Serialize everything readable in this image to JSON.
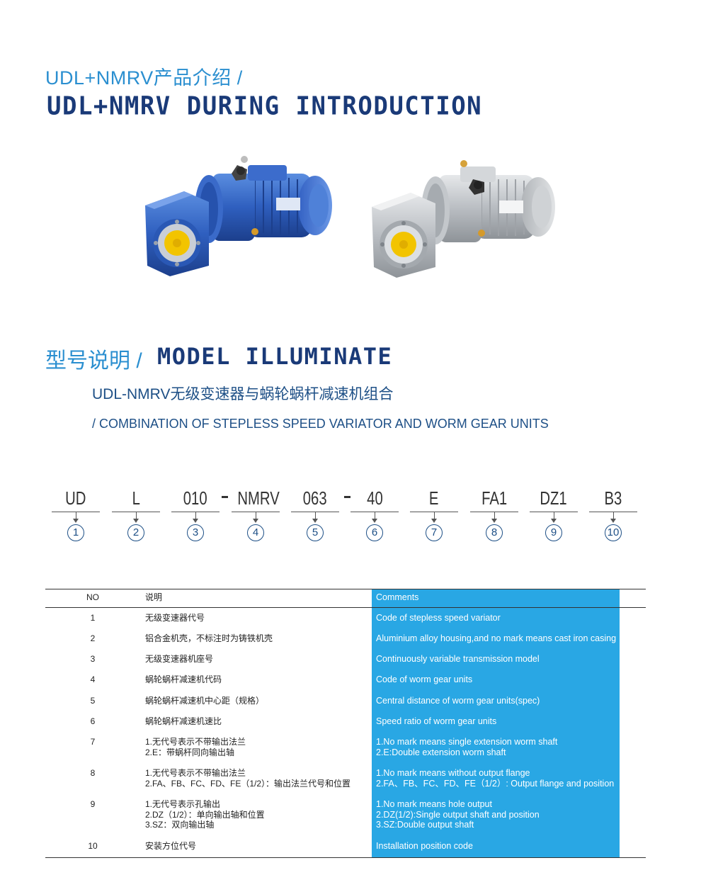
{
  "header": {
    "title_cn": "UDL+NMRV产品介绍 /",
    "title_en": "UDL+NMRV DURING INTRODUCTION"
  },
  "model": {
    "title_cn": "型号说明 /",
    "title_en": "MODEL ILLUMINATE",
    "subtitle_cn": "UDL-NMRV无级变速器与蜗轮蜗杆减速机组合",
    "subtitle_en": "/ COMBINATION OF STEPLESS SPEED VARIATOR AND WORM GEAR UNITS"
  },
  "code_strip": [
    {
      "code": "UD",
      "num": "1"
    },
    {
      "code": "L",
      "num": "2"
    },
    {
      "code": "010",
      "num": "3"
    },
    {
      "code": "NMRV",
      "num": "4"
    },
    {
      "code": "063",
      "num": "5"
    },
    {
      "code": "40",
      "num": "6"
    },
    {
      "code": "E",
      "num": "7"
    },
    {
      "code": "FA1",
      "num": "8"
    },
    {
      "code": "DZ1",
      "num": "9"
    },
    {
      "code": "B3",
      "num": "10"
    }
  ],
  "table": {
    "headers": {
      "no": "NO",
      "cn": "说明",
      "en": "Comments"
    },
    "rows": [
      {
        "no": "1",
        "cn": [
          "无级变速器代号"
        ],
        "en": [
          "Code of stepless speed variator"
        ]
      },
      {
        "no": "2",
        "cn": [
          "铝合金机壳，不标注时为铸铁机壳"
        ],
        "en": [
          "Aluminium alloy housing,and no mark means cast iron casing"
        ]
      },
      {
        "no": "3",
        "cn": [
          "无级变速器机座号"
        ],
        "en": [
          "Continuously variable transmission model"
        ]
      },
      {
        "no": "4",
        "cn": [
          "蜗轮蜗杆减速机代码"
        ],
        "en": [
          "Code of worm gear units"
        ]
      },
      {
        "no": "5",
        "cn": [
          "蜗轮蜗杆减速机中心距（规格）"
        ],
        "en": [
          "Central distance of worm gear units(spec)"
        ]
      },
      {
        "no": "6",
        "cn": [
          "蜗轮蜗杆减速机速比"
        ],
        "en": [
          "Speed ratio of worm gear units"
        ]
      },
      {
        "no": "7",
        "cn": [
          "1.无代号表示不带输出法兰",
          "2.E：带蜗杆同向输出轴"
        ],
        "en": [
          "1.No mark means single extension worm shaft",
          "2.E:Double extension worm shaft"
        ]
      },
      {
        "no": "8",
        "cn": [
          "1.无代号表示不带输出法兰",
          "2.FA、FB、FC、FD、FE（1/2）：输出法兰代号和位置"
        ],
        "en": [
          "1.No mark means without output flange",
          "2.FA、FB、FC、FD、FE（1/2）: Output flange and position"
        ]
      },
      {
        "no": "9",
        "cn": [
          "1.无代号表示孔输出",
          "2.DZ（1/2）：单向输出轴和位置",
          "3.SZ：双向输出轴"
        ],
        "en": [
          "1.No mark means hole output",
          "2.DZ(1/2):Single output shaft and position",
          "3.SZ:Double output shaft"
        ]
      },
      {
        "no": "10",
        "cn": [
          "安装方位代号"
        ],
        "en": [
          "Installation position code"
        ]
      }
    ]
  },
  "colors": {
    "accent_blue": "#29a7e4",
    "navy": "#1a3a78",
    "light_blue": "#2b8fd0"
  }
}
